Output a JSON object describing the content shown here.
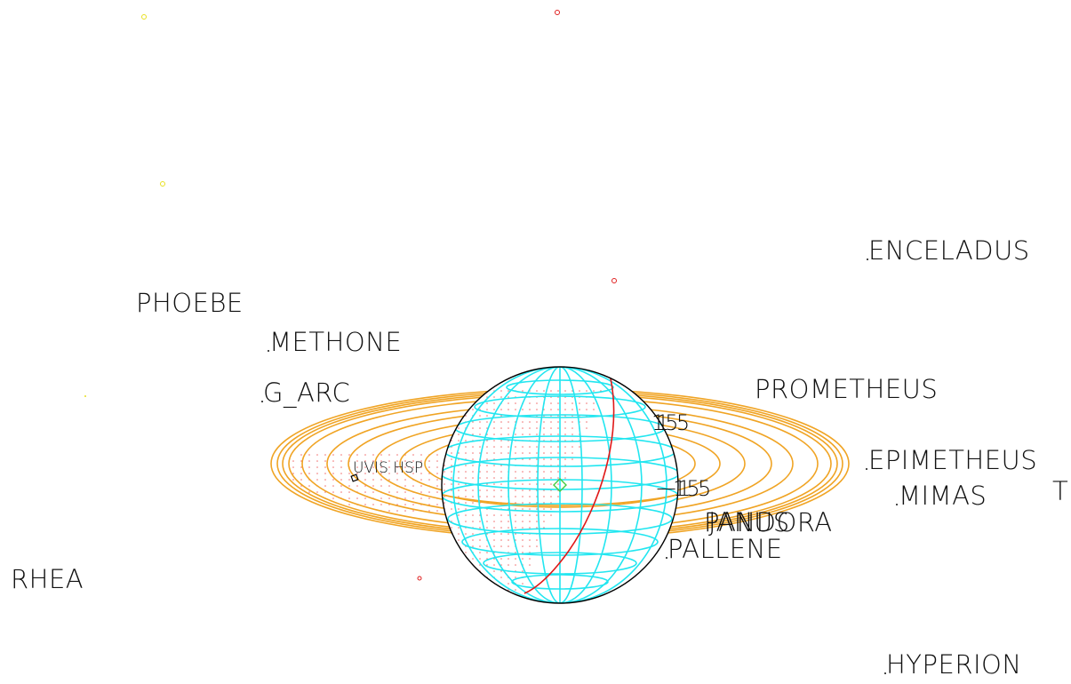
{
  "labels": {
    "enceladus": "ENCELADUS",
    "phoebe": "PHOEBE",
    "methone": "METHONE",
    "g_arc": "G_ARC",
    "prometheus": "PROMETHEUS",
    "epimetheus": "EPIMETHEUS",
    "mimas": "MIMAS",
    "t": "T",
    "pandora": "PANDORA",
    "janus": "JANUS",
    "pallene": "PALLENE",
    "rhea": "RHEA",
    "hyperion": "HYPERION",
    "instrument": "UVIS HSP",
    "lat_15": "15",
    "lat_1_5": "1.5",
    "lat_neg15": "−15",
    "lat_neg1_5": "−1.5"
  },
  "colors": {
    "rings": "#f0a424",
    "grid": "#22e6f0",
    "limb": "#000000",
    "terminator": "#e01818",
    "shadow_dots": "#f07070",
    "subpoint": "#44cc44",
    "star_yellow": "#e8e020",
    "star_red": "#e02020"
  }
}
